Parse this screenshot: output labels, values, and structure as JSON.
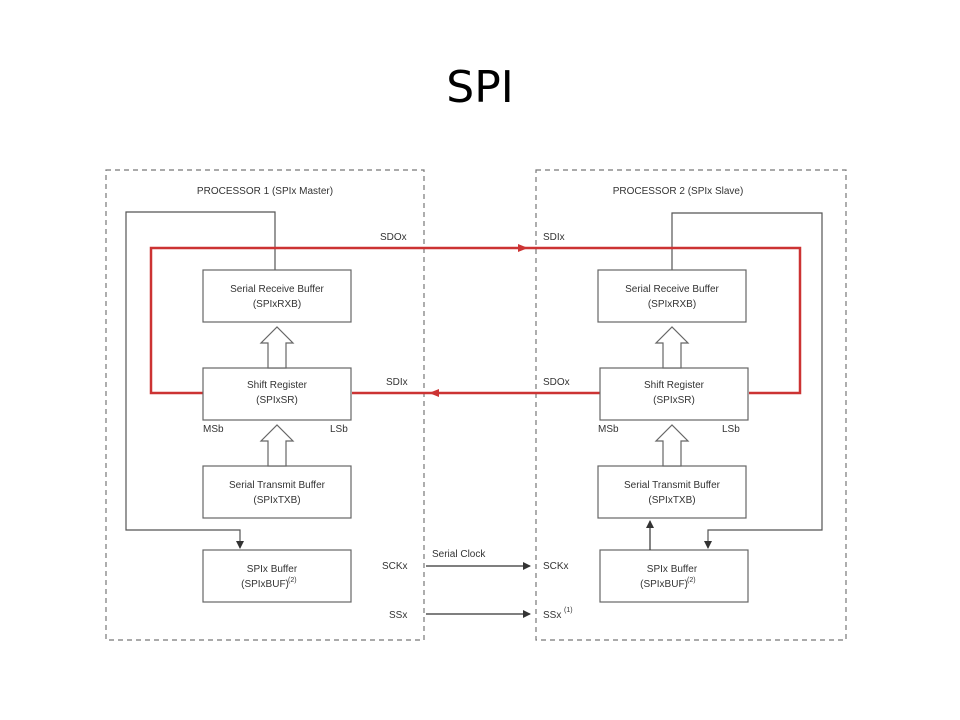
{
  "title": "SPI",
  "processor1": {
    "title": "PROCESSOR 1 (SPIx Master)",
    "receive_buffer": {
      "line1": "Serial Receive Buffer",
      "line2": "(SPIxRXB)"
    },
    "shift_register": {
      "line1": "Shift Register",
      "line2": "(SPIxSR)"
    },
    "transmit_buffer": {
      "line1": "Serial Transmit Buffer",
      "line2": "(SPIxTXB)"
    },
    "spi_buffer": {
      "line1": "SPIx Buffer",
      "line2": "(SPIxBUF)",
      "sup": "(2)"
    },
    "msb": "MSb",
    "lsb": "LSb"
  },
  "processor2": {
    "title": "PROCESSOR 2 (SPIx Slave)",
    "receive_buffer": {
      "line1": "Serial Receive Buffer",
      "line2": "(SPIxRXB)"
    },
    "shift_register": {
      "line1": "Shift Register",
      "line2": "(SPIxSR)"
    },
    "transmit_buffer": {
      "line1": "Serial Transmit Buffer",
      "line2": "(SPIxTXB)"
    },
    "spi_buffer": {
      "line1": "SPIx Buffer",
      "line2": "(SPIxBUF)",
      "sup": "(2)"
    },
    "msb": "MSb",
    "lsb": "LSb"
  },
  "signals": {
    "sdo_master": "SDOx",
    "sdi_slave": "SDIx",
    "sdi_master": "SDIx",
    "sdo_slave": "SDOx",
    "sck_master": "SCKx",
    "serial_clock": "Serial Clock",
    "sck_slave": "SCKx",
    "ss_master": "SSx",
    "ss_slave": "SSx",
    "ss_slave_sup": "(1)"
  },
  "colors": {
    "data_path": "#cc3333",
    "line": "#555555",
    "box_border": "#666666"
  }
}
